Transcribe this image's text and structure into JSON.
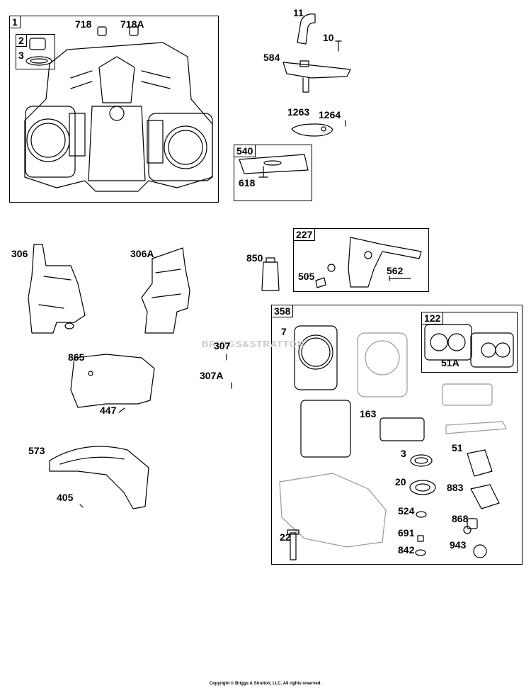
{
  "watermark": "BRIGGS&STRATTON",
  "copyright": "Copyright © Briggs & Stratton, LLC. All rights reserved.",
  "groups": [
    {
      "id": "1",
      "label": "1"
    },
    {
      "id": "2",
      "label": "2"
    },
    {
      "id": "540",
      "label": "540"
    },
    {
      "id": "227",
      "label": "227"
    },
    {
      "id": "358",
      "label": "358"
    },
    {
      "id": "122",
      "label": "122"
    }
  ],
  "callouts": {
    "p718": "718",
    "p718a": "718A",
    "p3a": "3",
    "p11": "11",
    "p10": "10",
    "p584": "584",
    "p1263": "1263",
    "p1264": "1264",
    "p618": "618",
    "p306": "306",
    "p306a": "306A",
    "p850": "850",
    "p505": "505",
    "p562": "562",
    "p307": "307",
    "p307a": "307A",
    "p865": "865",
    "p447": "447",
    "p573": "573",
    "p405": "405",
    "p7": "7",
    "p51a": "51A",
    "p163": "163",
    "p3b": "3",
    "p51": "51",
    "p20": "20",
    "p883": "883",
    "p524": "524",
    "p868": "868",
    "p22": "22",
    "p691": "691",
    "p842": "842",
    "p943": "943"
  }
}
